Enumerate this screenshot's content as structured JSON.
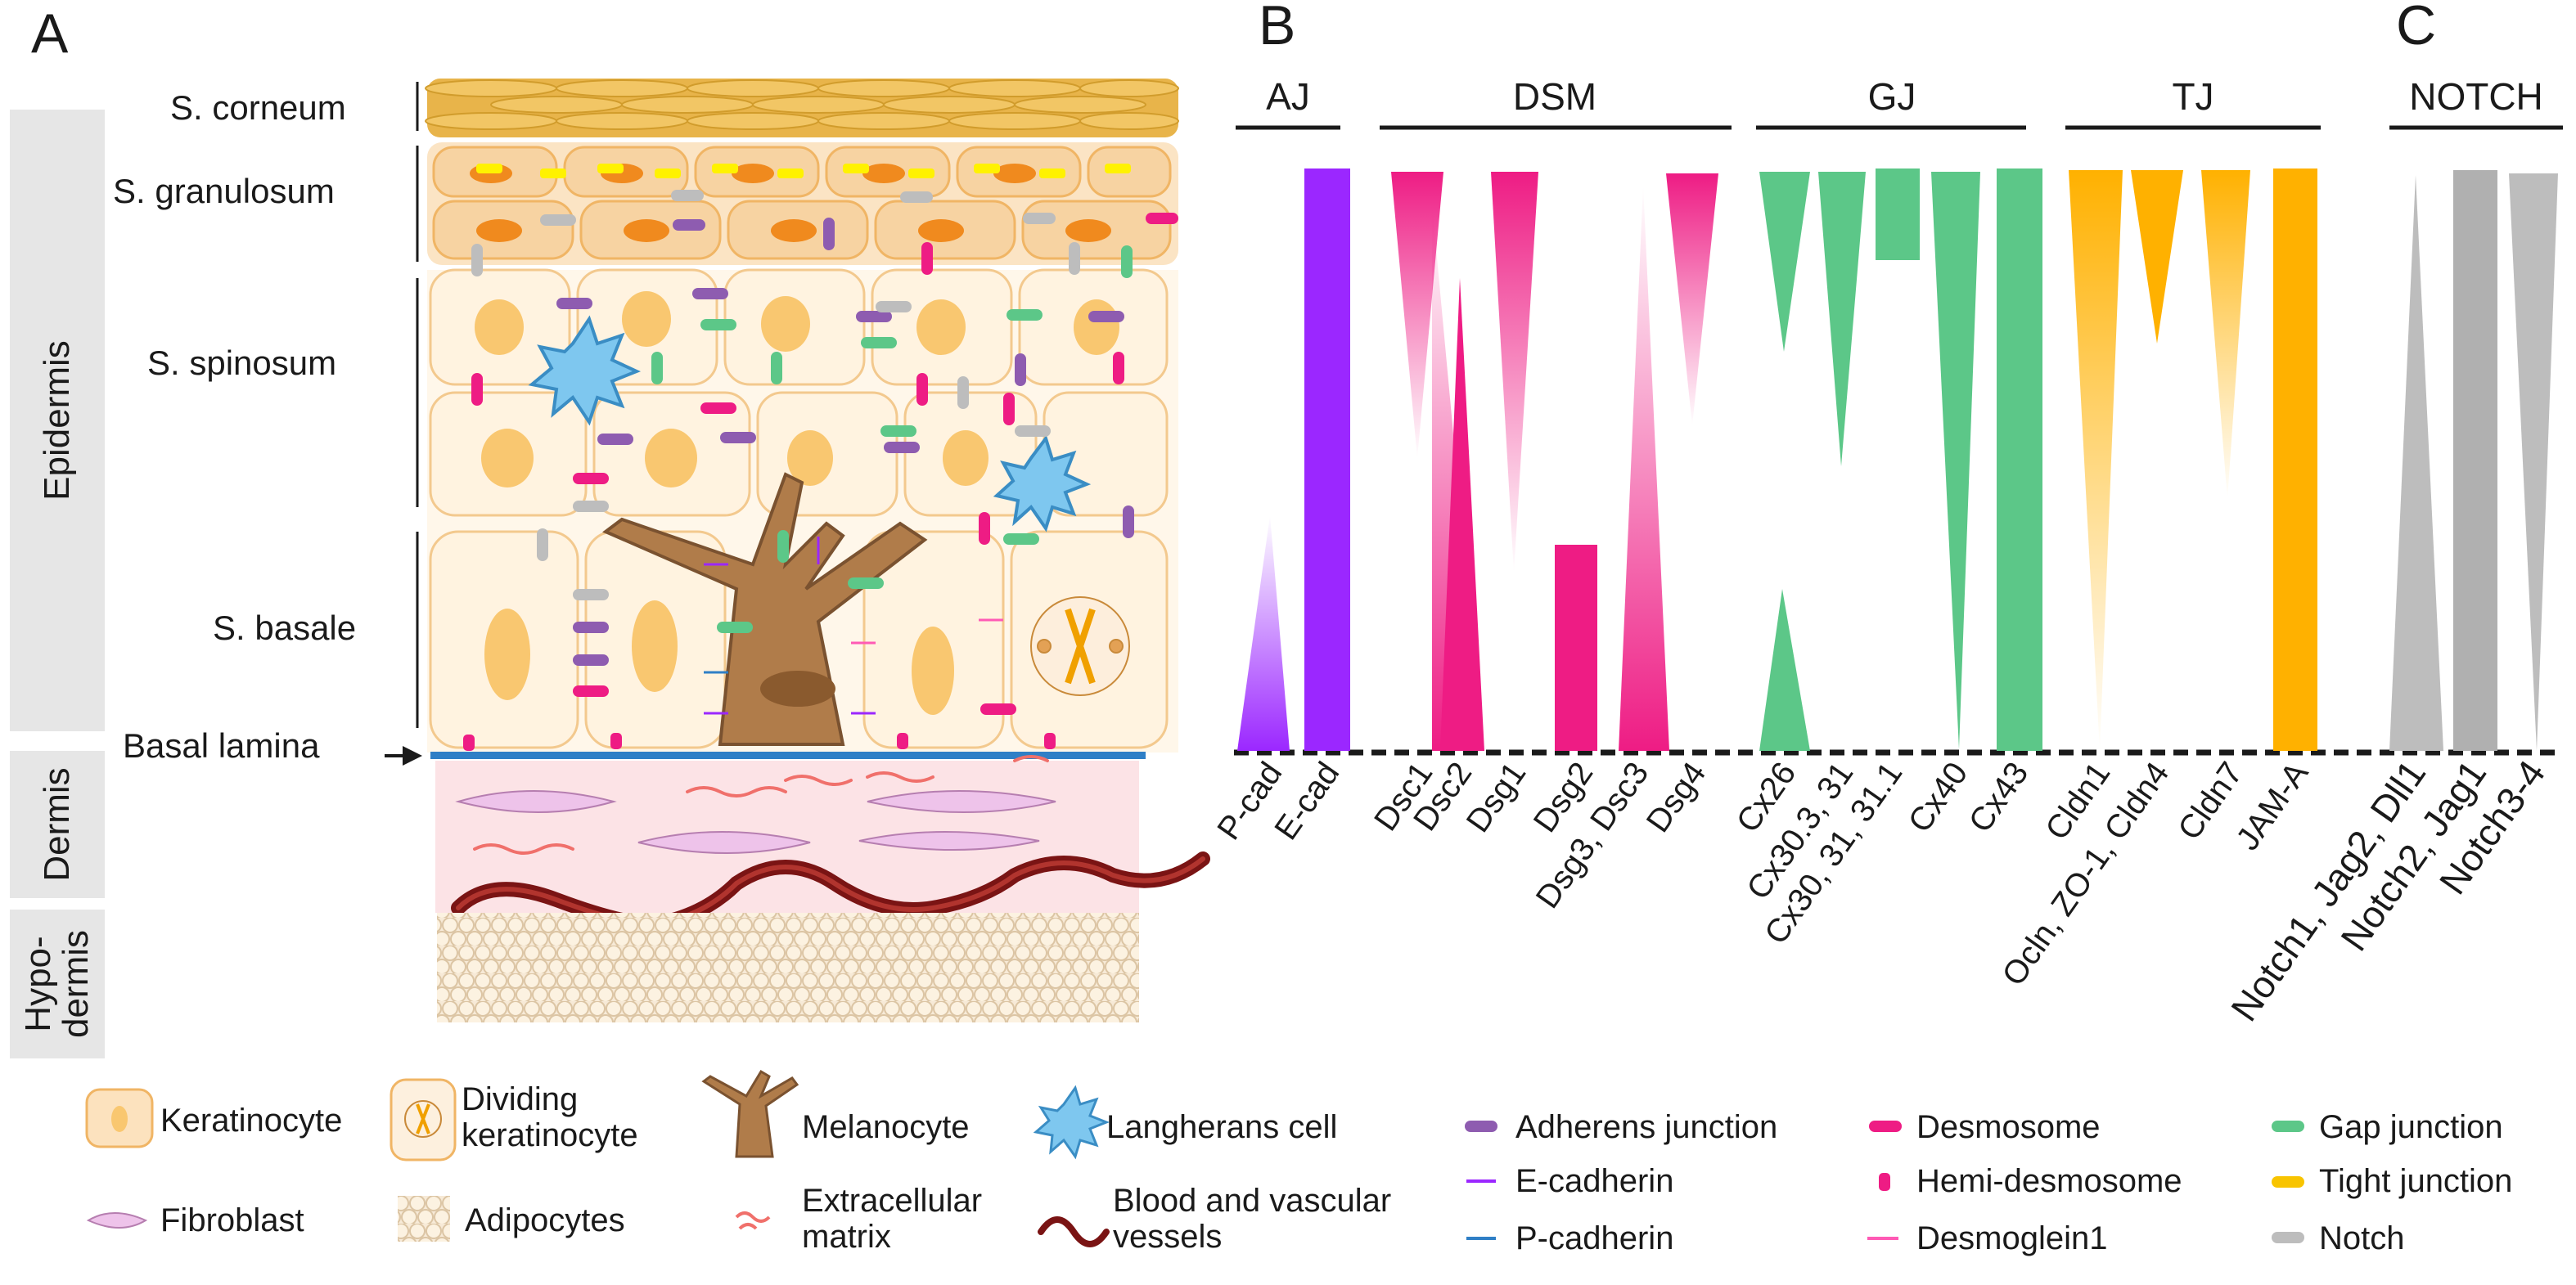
{
  "panels": {
    "a": "A",
    "b": "B",
    "c": "C"
  },
  "side_tabs": {
    "epidermis": "Epidermis",
    "dermis": "Dermis",
    "hypodermis": "Hypo-\ndermis"
  },
  "layers": {
    "corneum": "S. corneum",
    "granulosum": "S. granulosum",
    "spinosum": "S. spinosum",
    "basale": "S. basale",
    "basal_lamina": "Basal lamina"
  },
  "colors": {
    "adherens": "#8e5cb0",
    "desmosome": "#ee1c84",
    "gap": "#5cc788",
    "tight": "#f8c400",
    "notch": "#bdbdbd",
    "ecad": "#9b27ff",
    "tj_bar": "#ffb100",
    "basal_lamina": "#2f7fc6",
    "dermis_bg": "#fce3e6"
  },
  "groups": {
    "aj": "AJ",
    "dsm": "DSM",
    "gj": "GJ",
    "tj": "TJ",
    "notch": "NOTCH"
  },
  "markers": {
    "pcad": "P-cad",
    "ecad": "E-cad",
    "dsc1": "Dsc1",
    "dsc2": "Dsc2",
    "dsg1": "Dsg1",
    "dsg2": "Dsg2",
    "dsg3": "Dsg3, Dsc3",
    "dsg4": "Dsg4",
    "cx26": "Cx26",
    "cx303": "Cx30.3, 31",
    "cx30": "Cx30, 31, 31.1",
    "cx40": "Cx40",
    "cx43": "Cx43",
    "cldn1": "Cldn1",
    "ocln": "Ocln, ZO-1, Cldn4",
    "cldn7": "Cldn7",
    "jama": "JAM-A",
    "notch1": "Notch1, Jag2, Dll1",
    "notch2": "Notch2, Jag1",
    "notch3": "Notch3-4"
  },
  "legend": {
    "keratinocyte": "Keratinocyte",
    "dividing": "Dividing\nkeratinocyte",
    "melanocyte": "Melanocyte",
    "langherans": "Langherans cell",
    "adherens": "Adherens junction",
    "desmosome": "Desmosome",
    "gap": "Gap junction",
    "fibroblast": "Fibroblast",
    "adipocytes": "Adipocytes",
    "ecm": "Extracellular\nmatrix",
    "blood": "Blood and vascular\nvessels",
    "ecadherin": "E-cadherin",
    "pcadherin": "P-cadherin",
    "hemi": "Hemi-desmosome",
    "desmoglein": "Desmoglein1",
    "tight": "Tight junction",
    "notch": "Notch"
  }
}
